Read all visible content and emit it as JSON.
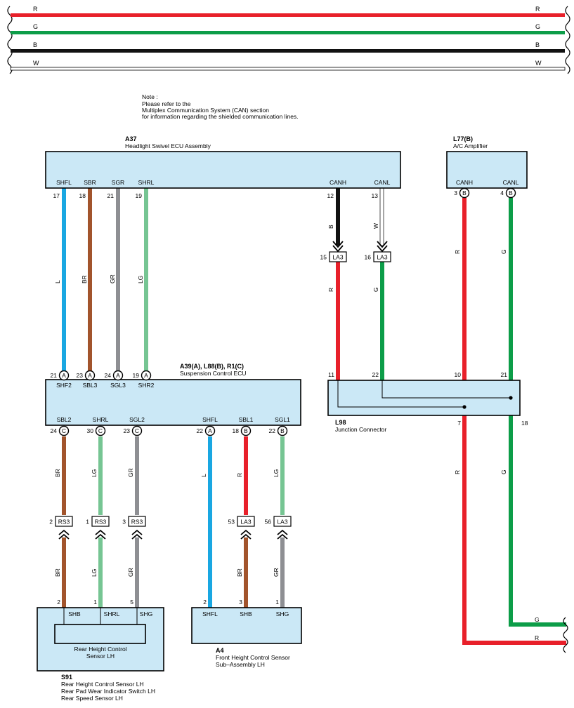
{
  "colors": {
    "R": "#e8202a",
    "G": "#0c9d48",
    "B": "#111111",
    "W": "#ffffff",
    "L": "#19a7e2",
    "BR": "#a2542c",
    "GR": "#8e8f93",
    "LG": "#76c593",
    "box_fill": "#cbe8f6"
  },
  "top_bus": [
    {
      "label": "R",
      "color": "R"
    },
    {
      "label": "G",
      "color": "G"
    },
    {
      "label": "B",
      "color": "B"
    },
    {
      "label": "W",
      "color": "W"
    }
  ],
  "note": {
    "line1": "Note :",
    "line2": "Please refer to the",
    "line3": "Multiplex Communication System (CAN) section",
    "line4": "for information regarding the shielded communication lines."
  },
  "a37": {
    "code": "A37",
    "name": "Headlight Swivel ECU Assembly",
    "pins": [
      {
        "label": "SHFL",
        "num": "17",
        "wire": "L"
      },
      {
        "label": "SBR",
        "num": "18",
        "wire": "BR"
      },
      {
        "label": "SGR",
        "num": "21",
        "wire": "GR"
      },
      {
        "label": "SHRL",
        "num": "19",
        "wire": "LG"
      },
      {
        "label": "CANH",
        "num": "12",
        "wire": "B"
      },
      {
        "label": "CANL",
        "num": "13",
        "wire": "W"
      }
    ]
  },
  "l77": {
    "code": "L77(B)",
    "name": "A/C Amplifier",
    "pins": [
      {
        "label": "CANH",
        "num": "3",
        "conn": "B",
        "wire": "R"
      },
      {
        "label": "CANL",
        "num": "4",
        "conn": "B",
        "wire": "G"
      }
    ]
  },
  "la3_top": [
    {
      "num": "15",
      "label": "LA3",
      "wire_after": "R"
    },
    {
      "num": "16",
      "label": "LA3",
      "wire_after": "G"
    }
  ],
  "suspension_ecu": {
    "code": "A39(A), L88(B), R1(C)",
    "name": "Suspension Control ECU",
    "top_pins": [
      {
        "num": "21",
        "conn": "A",
        "label": "SHF2"
      },
      {
        "num": "23",
        "conn": "A",
        "label": "SBL3"
      },
      {
        "num": "24",
        "conn": "A",
        "label": "SGL3"
      },
      {
        "num": "19",
        "conn": "A",
        "label": "SHR2"
      }
    ],
    "bottom_pins": [
      {
        "label": "SBL2",
        "num": "24",
        "conn": "C",
        "wire": "BR"
      },
      {
        "label": "SHRL",
        "num": "30",
        "conn": "C",
        "wire": "LG"
      },
      {
        "label": "SGL2",
        "num": "23",
        "conn": "C",
        "wire": "GR"
      },
      {
        "label": "SHFL",
        "num": "22",
        "conn": "A",
        "wire": "L"
      },
      {
        "label": "SBL1",
        "num": "18",
        "conn": "B",
        "wire": "R"
      },
      {
        "label": "SGL1",
        "num": "22",
        "conn": "B",
        "wire": "LG"
      }
    ]
  },
  "junction": {
    "code": "L98",
    "name": "Junction Connector",
    "pins_top": [
      "11",
      "22",
      "10",
      "21"
    ],
    "pins_bottom": [
      "7",
      "18"
    ]
  },
  "lower_connectors": [
    {
      "num": "2",
      "label": "RS3",
      "wire_below": "BR"
    },
    {
      "num": "1",
      "label": "RS3",
      "wire_below": "LG"
    },
    {
      "num": "3",
      "label": "RS3",
      "wire_below": "GR"
    },
    {
      "num": "53",
      "label": "LA3",
      "wire_below": "BR"
    },
    {
      "num": "56",
      "label": "LA3",
      "wire_below": "GR"
    }
  ],
  "s91": {
    "code": "S91",
    "inner": "Rear Height Control",
    "inner2": "Sensor LH",
    "line1": "Rear Height Control Sensor LH",
    "line2": "Rear Pad Wear Indicator Switch LH",
    "line3": "Rear Speed Sensor LH",
    "pins": [
      {
        "num": "2",
        "label": "SHB"
      },
      {
        "num": "1",
        "label": "SHRL"
      },
      {
        "num": "5",
        "label": "SHG"
      }
    ]
  },
  "a4": {
    "code": "A4",
    "line1": "Front Height Control Sensor",
    "line2": "Sub–Assembly LH",
    "pins": [
      {
        "num": "2",
        "label": "SHFL"
      },
      {
        "num": "3",
        "label": "SHB"
      },
      {
        "num": "1",
        "label": "SHG"
      }
    ]
  },
  "exit_labels": {
    "g": "G",
    "r": "R"
  }
}
